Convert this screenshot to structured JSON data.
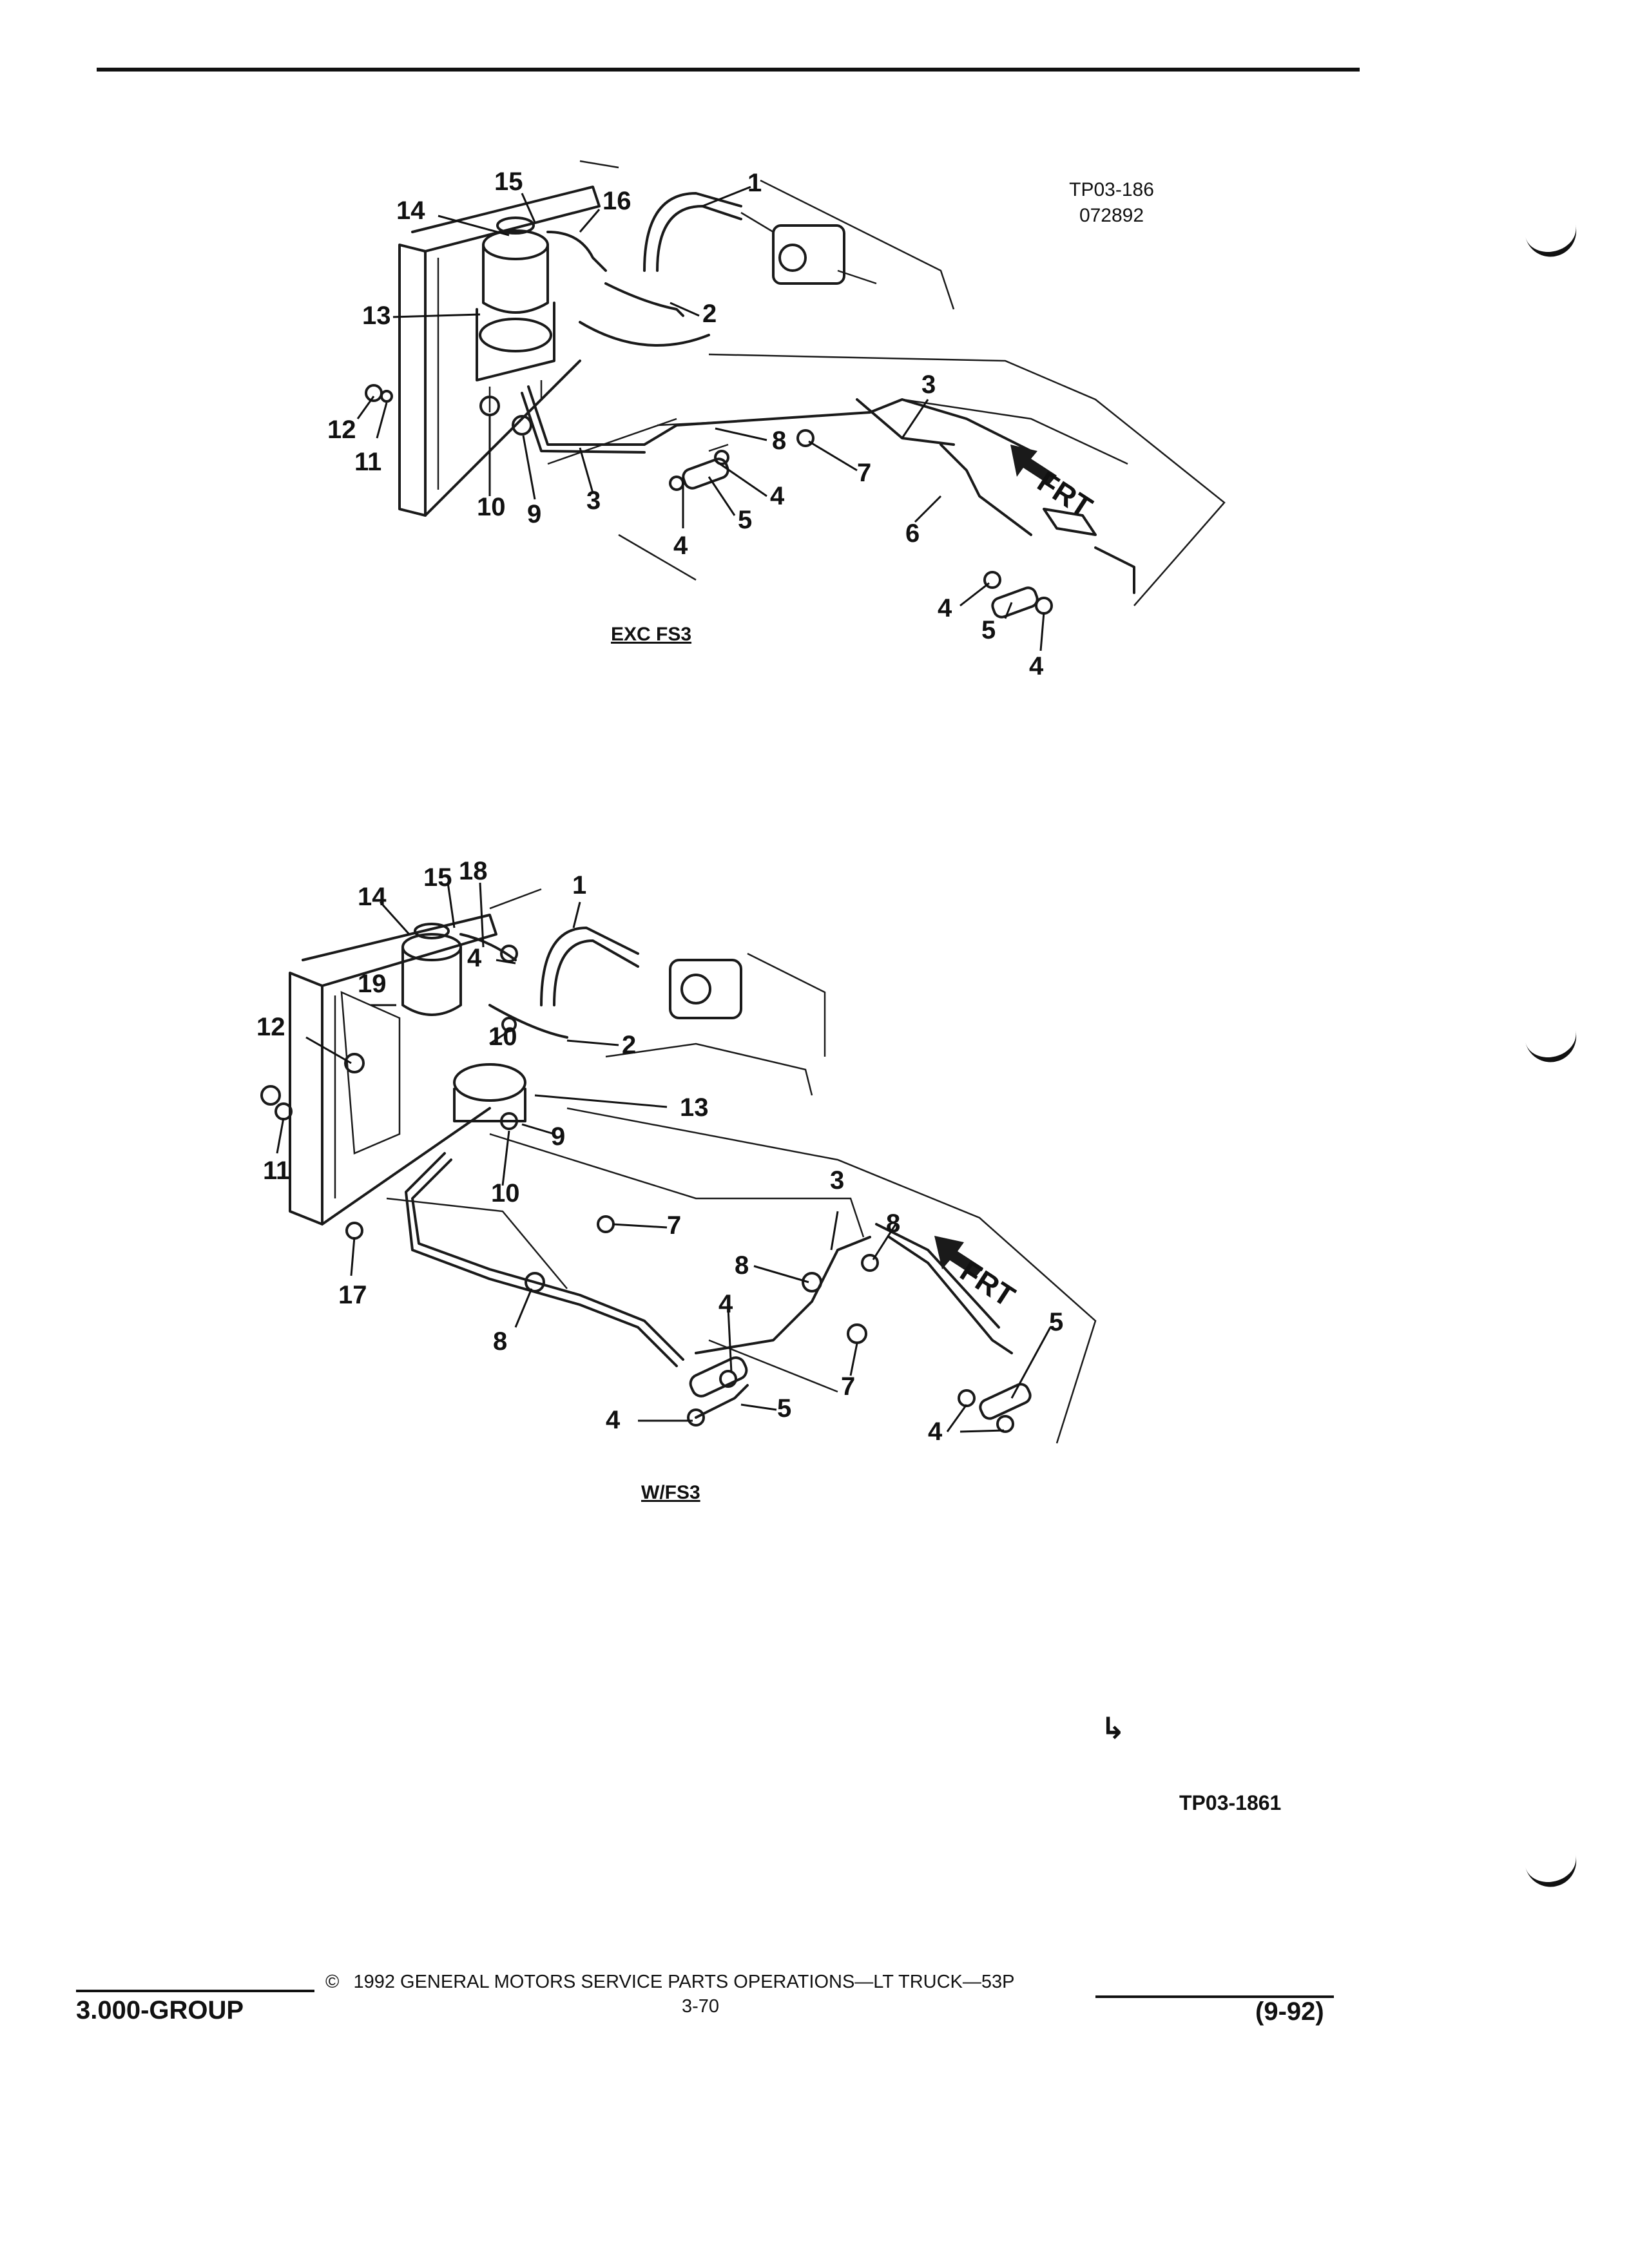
{
  "diagram_exc_fs3": {
    "figure_code": "TP03-186",
    "figure_date": "072892",
    "caption": "EXC FS3",
    "front_label": "FRT",
    "callouts": [
      "1",
      "2",
      "3",
      "3",
      "4",
      "4",
      "4",
      "4",
      "5",
      "5",
      "6",
      "7",
      "8",
      "9",
      "10",
      "11",
      "12",
      "13",
      "14",
      "15",
      "16"
    ]
  },
  "diagram_w_fs3": {
    "caption": "W/FS3",
    "figure_code": "TP03-1861",
    "front_label": "FRT",
    "callouts": [
      "1",
      "2",
      "3",
      "4",
      "4",
      "4",
      "4",
      "5",
      "5",
      "7",
      "7",
      "8",
      "8",
      "8",
      "9",
      "10",
      "10",
      "11",
      "12",
      "13",
      "14",
      "15",
      "18",
      "19",
      "17"
    ]
  },
  "footer": {
    "group": "3.000-GROUP",
    "copyright_symbol": "©",
    "copyright": "1992 GENERAL MOTORS SERVICE PARTS OPERATIONS—LT TRUCK—53P",
    "page": "3-70",
    "revision": "(9-92)"
  }
}
